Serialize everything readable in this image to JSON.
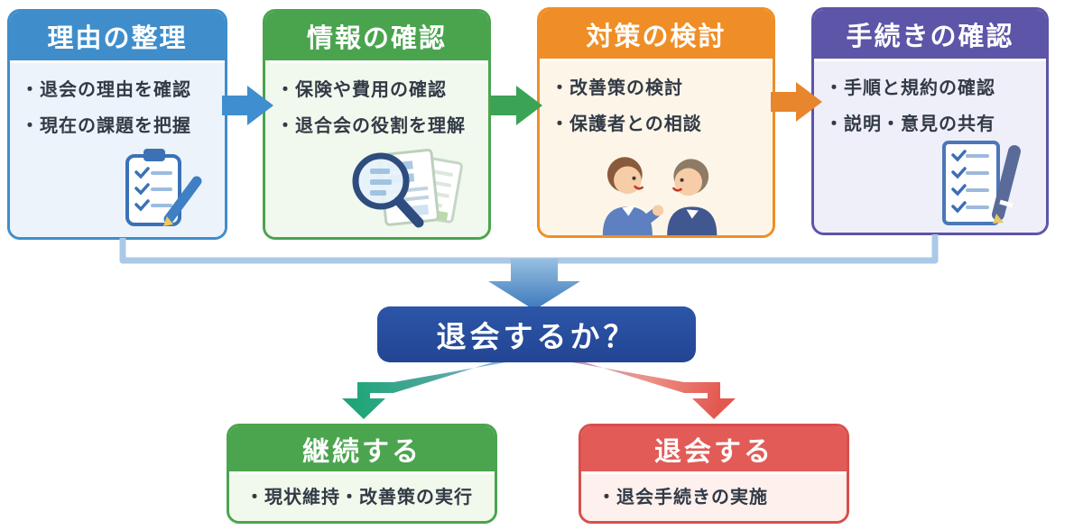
{
  "canvas": {
    "background": "#ffffff"
  },
  "steps": [
    {
      "title": "理由の整理",
      "bullets": [
        "・退会の理由を確認",
        "・現在の課題を把握"
      ],
      "accent": "#3f8ecb",
      "icon": "clipboard-check-icon"
    },
    {
      "title": "情報の確認",
      "bullets": [
        "・保険や費用の確認",
        "・退合会の役割を理解"
      ],
      "accent": "#4aa44e",
      "icon": "magnifier-documents-icon"
    },
    {
      "title": "対策の検討",
      "bullets": [
        "・改善策の検討",
        "・保護者との相談"
      ],
      "accent": "#ef8e26",
      "icon": "conversation-icon"
    },
    {
      "title": "手続きの確認",
      "bullets": [
        "・手順と規約の確認",
        "・説明・意見の共有"
      ],
      "accent": "#5c55a8",
      "icon": "checklist-pen-icon"
    }
  ],
  "decision": {
    "label": "退会するか？",
    "color": "#27479a"
  },
  "outcomes": [
    {
      "title": "継続する",
      "bullets": [
        "・現状維持・改善策の実行"
      ],
      "accent": "#4aa54e",
      "branch_color": "#1fa678"
    },
    {
      "title": "退会する",
      "bullets": [
        "・退会手続きの実施"
      ],
      "accent": "#e2574f",
      "branch_color": "#e2574f"
    }
  ],
  "connector_colors": {
    "step_arrow_1": "#3e8ed0",
    "step_arrow_2": "#3aa356",
    "step_arrow_3": "#e8862d",
    "collector_bracket": "#abc8e7",
    "merge_arrow_top": "#9cc3e4",
    "merge_arrow_bottom": "#3b78bb"
  }
}
